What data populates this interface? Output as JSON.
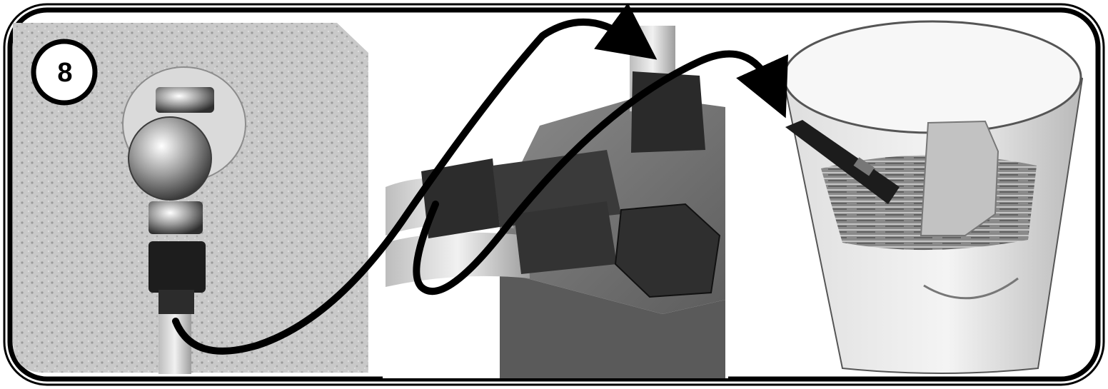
{
  "step": {
    "number": "8"
  },
  "photos": [
    {
      "name": "wall-faucet-with-hose"
    },
    {
      "name": "filter-unit-with-tee-connector"
    },
    {
      "name": "hose-end-in-bucket"
    }
  ],
  "colors": {
    "frame": "#000000",
    "background": "#ffffff",
    "arrow": "#000000"
  }
}
